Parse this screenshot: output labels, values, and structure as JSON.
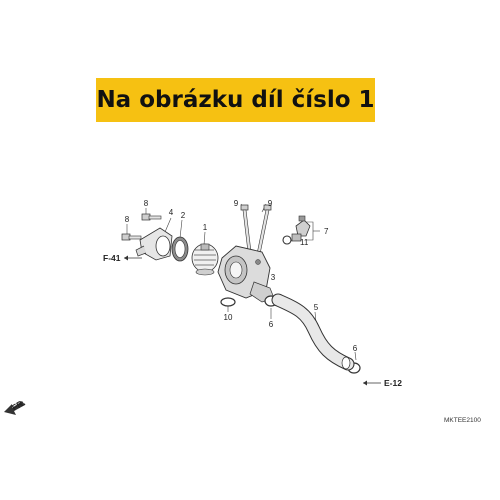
{
  "banner": {
    "text": "Na obrázku díl číslo 1",
    "color": "#f6c112"
  },
  "callouts": {
    "c1": "1",
    "c2": "2",
    "c3": "3",
    "c4": "4",
    "c5": "5",
    "c6a": "6",
    "c6b": "6",
    "c7": "7",
    "c8a": "8",
    "c8b": "8",
    "c9a": "9",
    "c9b": "9",
    "c10": "10",
    "c11": "11"
  },
  "refs": {
    "f41": "F-41",
    "e12": "E-12",
    "front": "FR."
  },
  "drawing_code": "MKTEE2100"
}
